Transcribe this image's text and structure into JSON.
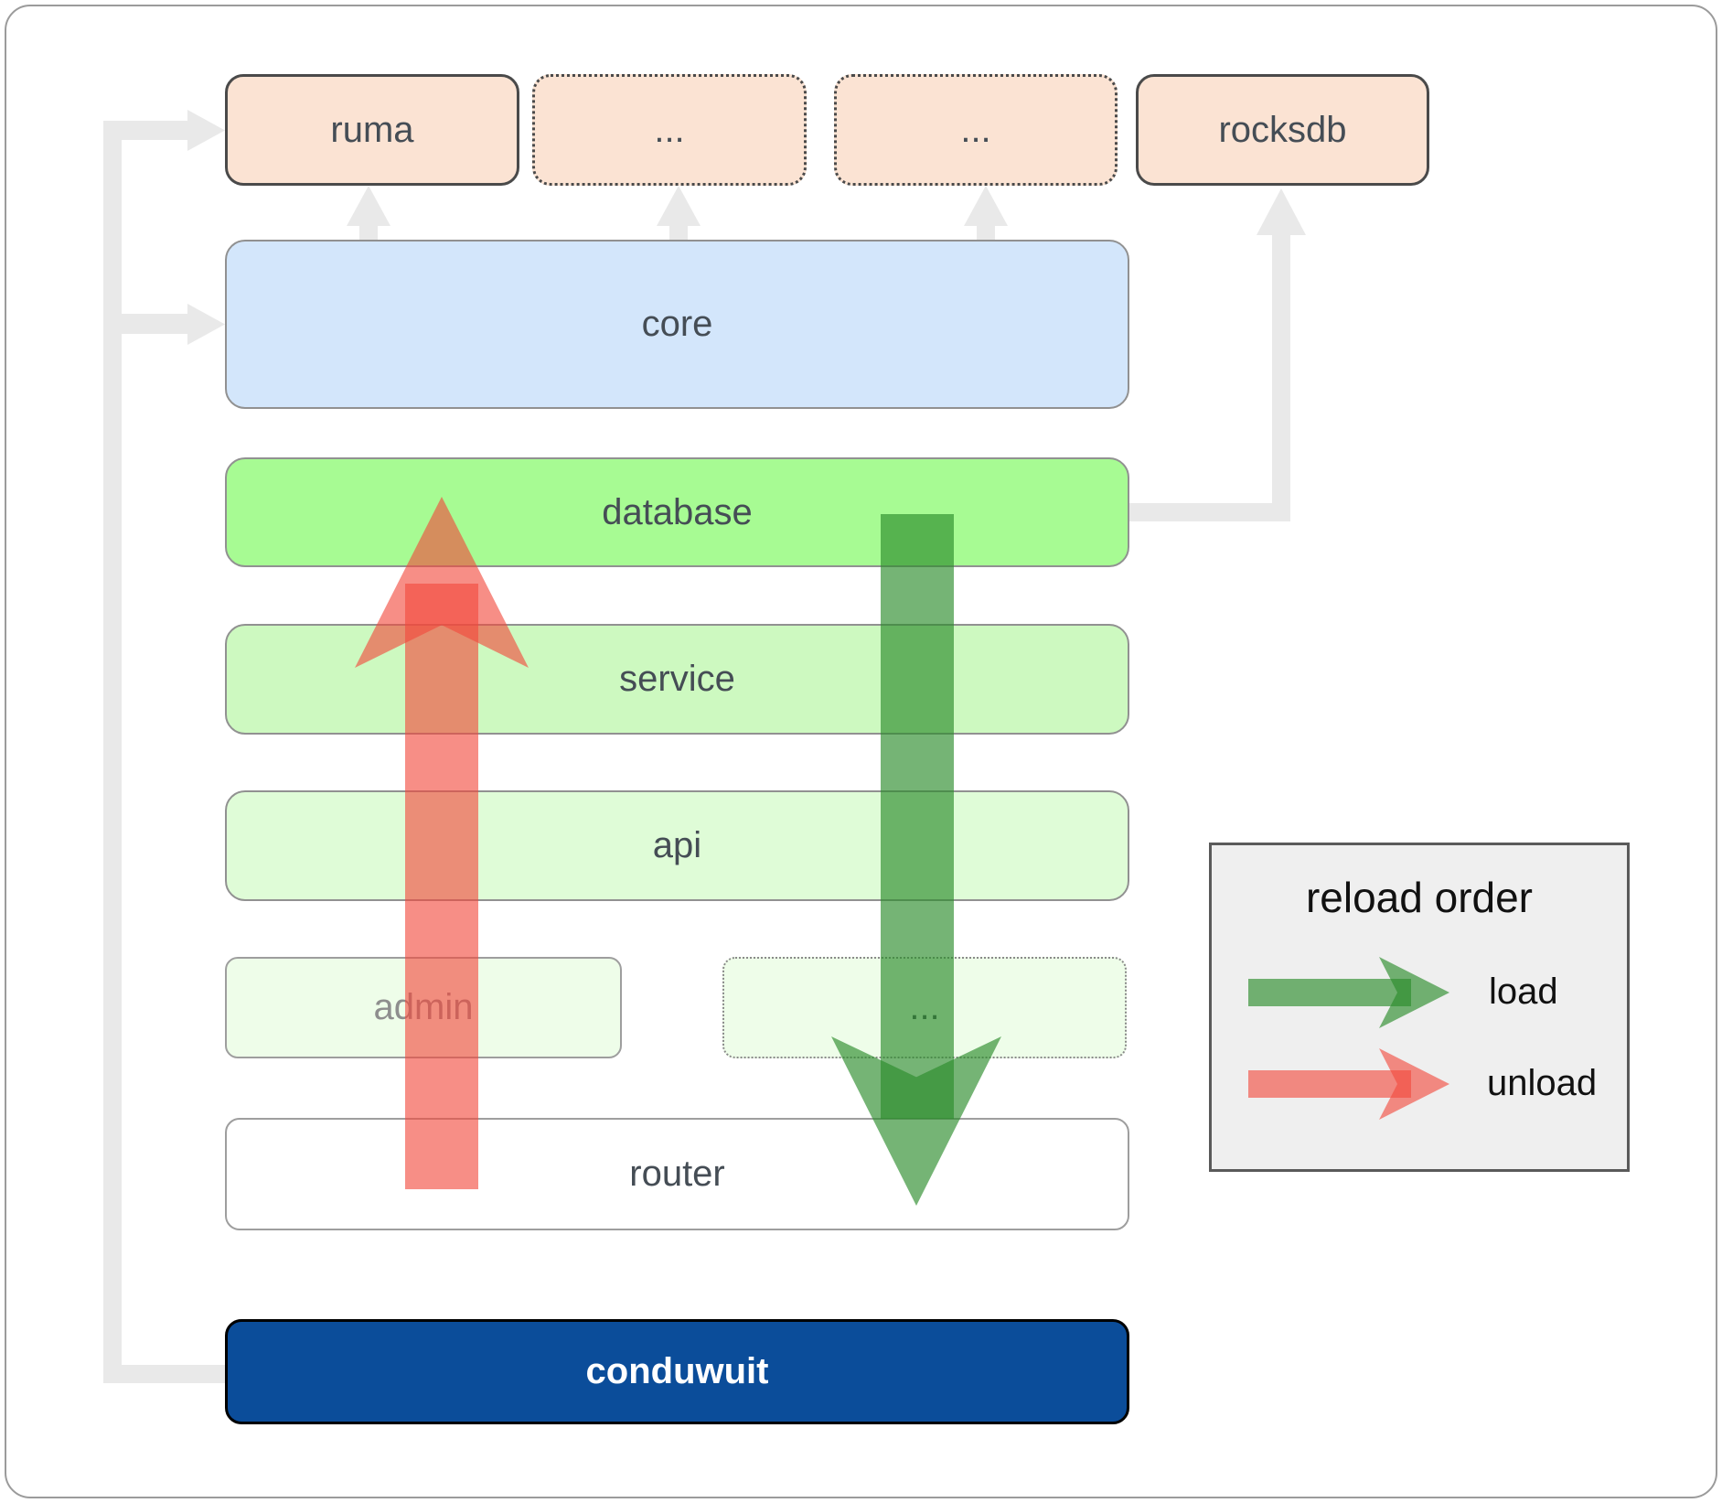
{
  "diagram": {
    "boxes": {
      "ruma": "ruma",
      "dots1": "...",
      "dots2": "...",
      "rocksdb": "rocksdb",
      "core": "core",
      "database": "database",
      "service": "service",
      "api": "api",
      "admin": "admin",
      "dots3": "...",
      "router": "router",
      "conduwuit": "conduwuit"
    },
    "legend": {
      "title": "reload order",
      "load": "load",
      "unload": "unload"
    },
    "colors": {
      "canvas_border": "#9b9b9b",
      "connector_gray": "#e9e9e9",
      "peach_fill": "#fbe3d3",
      "peach_border": "#4a4a4a",
      "core_fill": "#d3e6fb",
      "database_fill": "#a7fb93",
      "service_fill": "#cdf9c0",
      "api_fill": "#dffcd7",
      "admin_fill": "#eefde9",
      "router_fill": "#ffffff",
      "stack_border": "#919191",
      "light_border": "#9e9e9e",
      "conduwuit_fill": "#0b4d9a",
      "conduwuit_border": "#000000",
      "conduwuit_text": "#ffffff",
      "load_green": "rgba(43,140,43,0.65)",
      "unload_red": "rgba(242,72,60,0.62)",
      "legend_fill": "#efefef",
      "legend_border": "#5a5a5a",
      "label_dark": "#454d55",
      "label_muted": "#8e8e8e",
      "text_black": "#111111"
    }
  }
}
